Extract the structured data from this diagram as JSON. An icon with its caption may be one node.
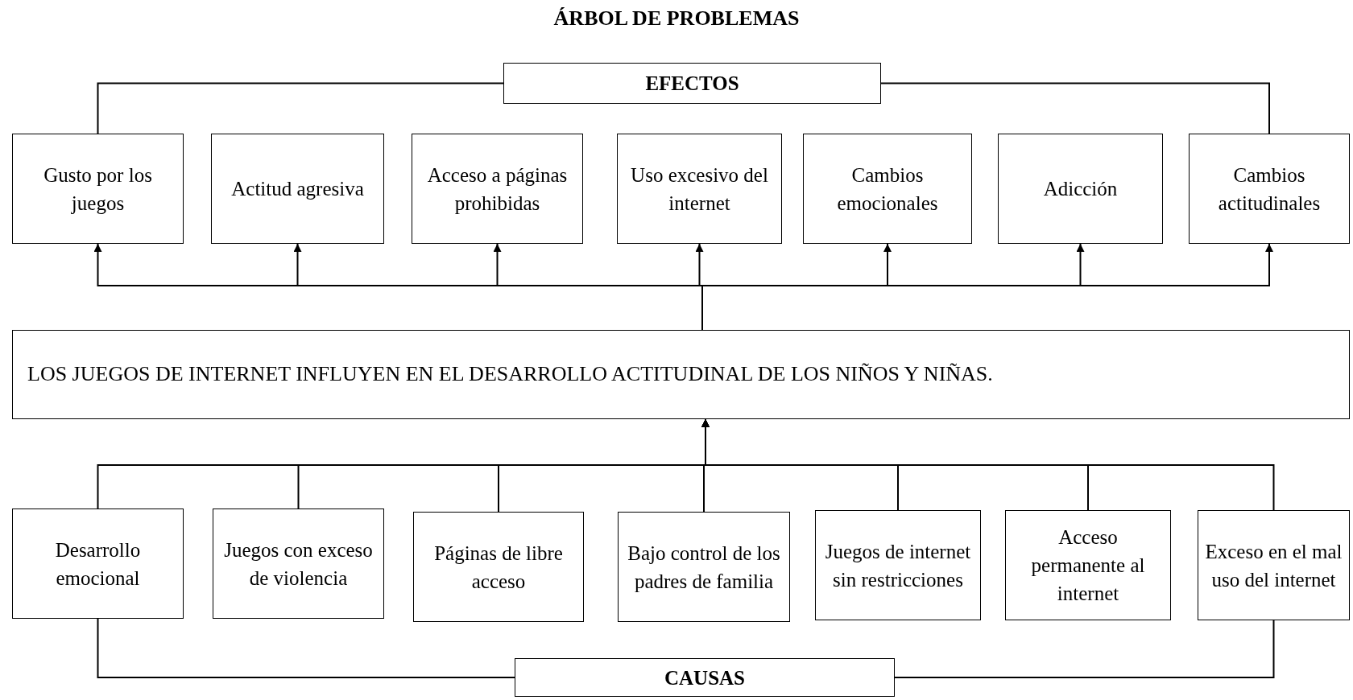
{
  "diagram": {
    "title": "ÁRBOL DE PROBLEMAS",
    "nodes": [
      {
        "text": [
          "EFECTOS"
        ]
      },
      {
        "text": [
          "Gusto por los juegos"
        ]
      },
      {
        "text": [
          "Actitud agresiva"
        ]
      },
      {
        "text": [
          "Acceso a páginas prohibidas"
        ]
      },
      {
        "text": [
          "Uso excesivo del internet"
        ]
      },
      {
        "text": [
          "Cambios emocionales"
        ]
      },
      {
        "text": [
          "Adicción"
        ]
      },
      {
        "text": [
          "Cambios actitudinales"
        ]
      },
      {
        "text": [
          "LOS JUEGOS DE  INTERNET INFLUYEN EN EL DESARROLLO ACTITUDINAL DE LOS NIÑOS Y NIÑAS."
        ]
      },
      {
        "text": [
          "Desarrollo emocional"
        ]
      },
      {
        "text": [
          "Juegos con exceso de violencia"
        ]
      },
      {
        "text": [
          "Páginas de libre acceso"
        ]
      },
      {
        "text": [
          "Bajo control de los padres de familia"
        ]
      },
      {
        "text": [
          "Juegos de internet sin restricciones"
        ]
      },
      {
        "text": [
          "Acceso permanente al internet"
        ]
      },
      {
        "text": [
          "Exceso en el mal uso del internet"
        ]
      },
      {
        "text": [
          "CAUSAS"
        ]
      }
    ],
    "edges": [
      {
        "from": 0,
        "to": 1,
        "arrow": "none"
      },
      {
        "from": 0,
        "to": 7,
        "arrow": "none"
      },
      {
        "from": 8,
        "to": 1,
        "arrow": "to"
      },
      {
        "from": 8,
        "to": 2,
        "arrow": "to"
      },
      {
        "from": 8,
        "to": 3,
        "arrow": "to"
      },
      {
        "from": 8,
        "to": 4,
        "arrow": "to"
      },
      {
        "from": 8,
        "to": 5,
        "arrow": "to"
      },
      {
        "from": 8,
        "to": 6,
        "arrow": "to"
      },
      {
        "from": 8,
        "to": 7,
        "arrow": "to"
      },
      {
        "from": 9,
        "to": 8,
        "arrow": "to"
      },
      {
        "from": 10,
        "to": 8,
        "arrow": "to"
      },
      {
        "from": 11,
        "to": 8,
        "arrow": "to"
      },
      {
        "from": 12,
        "to": 8,
        "arrow": "to"
      },
      {
        "from": 13,
        "to": 8,
        "arrow": "to"
      },
      {
        "from": 14,
        "to": 8,
        "arrow": "to"
      },
      {
        "from": 15,
        "to": 8,
        "arrow": "to"
      },
      {
        "from": 16,
        "to": 9,
        "arrow": "none"
      },
      {
        "from": 16,
        "to": 15,
        "arrow": "none"
      }
    ]
  }
}
